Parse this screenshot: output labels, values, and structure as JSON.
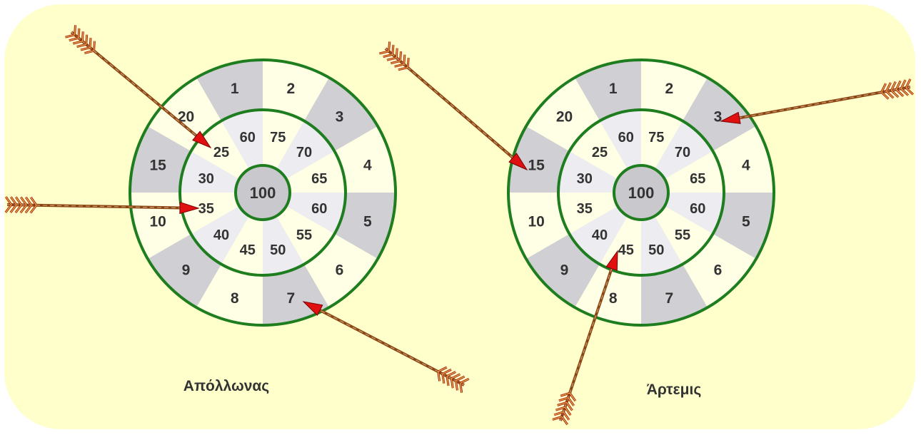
{
  "colors": {
    "background": "#ffffcc",
    "ring_stroke": "#1e7d1e",
    "outer_shaded": "#cfcfd4",
    "outer_light": "#ffffe6",
    "inner_shaded": "#ececf1",
    "inner_light": "#ffffe6",
    "bullseye": "#c9c9cd",
    "text": "#333333",
    "arrow_shaft": "#8b4513",
    "arrow_head": "#e01010",
    "fletching": "#d9c24a"
  },
  "targets": [
    {
      "id": "apollo",
      "name": "Απόλλωνας",
      "outer_labels": [
        "1",
        "2",
        "3",
        "4",
        "5",
        "6",
        "7",
        "8",
        "9",
        "10",
        "15",
        "20"
      ],
      "inner_labels": [
        "75",
        "70",
        "65",
        "60",
        "55",
        "50",
        "45",
        "40",
        "35",
        "30",
        "25",
        "60"
      ],
      "bullseye": "100"
    },
    {
      "id": "artemis",
      "name": "Άρτεμις",
      "outer_labels": [
        "1",
        "2",
        "3",
        "4",
        "5",
        "6",
        "7",
        "8",
        "9",
        "10",
        "15",
        "20"
      ],
      "inner_labels": [
        "75",
        "70",
        "65",
        "60",
        "55",
        "50",
        "45",
        "40",
        "35",
        "30",
        "25",
        "60"
      ],
      "bullseye": "100"
    }
  ]
}
